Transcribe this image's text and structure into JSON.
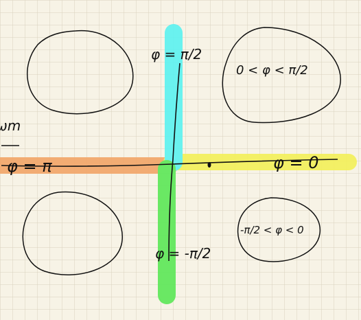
{
  "labels": {
    "axis_up": "φ = π/2",
    "axis_left": "φ = π",
    "axis_right": "φ = 0",
    "axis_down": "φ = -π/2",
    "region_top_right": "0 < φ < π/2",
    "region_bottom_right": "-π/2 < φ < 0",
    "partial_edge_text": "ωm"
  },
  "colors": {
    "paper": "#f7f3e6",
    "grid": "#d9d2bd",
    "ink": "#111111",
    "cyan_band": "#5ff2f0",
    "orange_band": "#f2a76a",
    "yellow_band": "#f3f05c",
    "green_band": "#5fe85a"
  }
}
